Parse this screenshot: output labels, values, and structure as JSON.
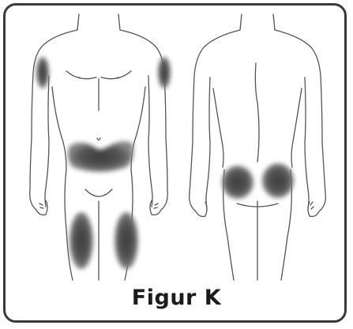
{
  "caption": "Figur K",
  "colors": {
    "frame": "#3a3a3a",
    "outline": "#555555",
    "shade": "#4a4a4a",
    "text": "#1c1c1c"
  },
  "figures": [
    {
      "view": "front",
      "shaded_regions": [
        "left-upper-arm",
        "right-upper-arm",
        "abdomen",
        "left-thigh",
        "right-thigh"
      ]
    },
    {
      "view": "back",
      "shaded_regions": [
        "left-buttock",
        "right-buttock"
      ]
    }
  ]
}
